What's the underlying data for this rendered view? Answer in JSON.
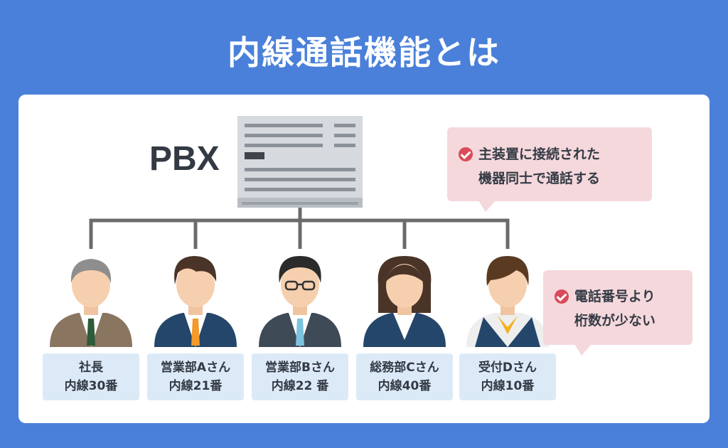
{
  "title": "内線通話機能とは",
  "pbx": {
    "label": "PBX"
  },
  "callouts": [
    {
      "lines": [
        "主装置に接続された",
        "機器同士で通話する"
      ]
    },
    {
      "lines": [
        "電話番号より",
        "桁数が少ない"
      ]
    }
  ],
  "people": [
    {
      "name": "社長",
      "ext": "内線30番",
      "role": "president"
    },
    {
      "name": "営業部Aさん",
      "ext": "内線21番",
      "role": "sales-a"
    },
    {
      "name": "営業部Bさん",
      "ext": "内線22 番",
      "role": "sales-b"
    },
    {
      "name": "総務部Cさん",
      "ext": "内線40番",
      "role": "admin-c"
    },
    {
      "name": "受付Dさん",
      "ext": "内線10番",
      "role": "reception-d"
    }
  ],
  "colors": {
    "background": "#4a80d9",
    "panel": "#ffffff",
    "callout": "#f5d8dc",
    "check": "#d94b5a",
    "name_box": "#dceaf8",
    "line": "#6b6b6b",
    "pbx_body": "#d6d9de"
  },
  "icons": [
    "pbx-device-icon",
    "check-icon",
    "person-icon"
  ]
}
